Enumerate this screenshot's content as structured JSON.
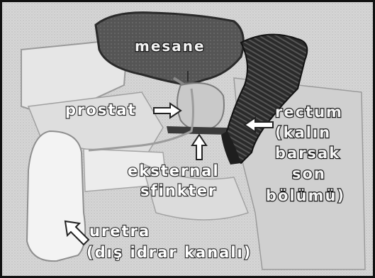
{
  "labels": {
    "mesane": "mesane",
    "prostat": "prostat",
    "rectum": "rectum",
    "kalin": "(kalın",
    "barsak": "barsak",
    "son": "son",
    "bolumu": "bölümü)",
    "eksternal": "eksternal",
    "sfinkter": "sfinkter",
    "uretra": "uretra",
    "dis_idrar": "(dış idrar kanalı)"
  },
  "colors": {
    "background": "#d9d9d9",
    "bladder": "#5a5a5a",
    "prostate": "#c8c8c8",
    "rectum": "#2b2b2b",
    "penis": "#f2f2f2",
    "frame": "#111111"
  }
}
